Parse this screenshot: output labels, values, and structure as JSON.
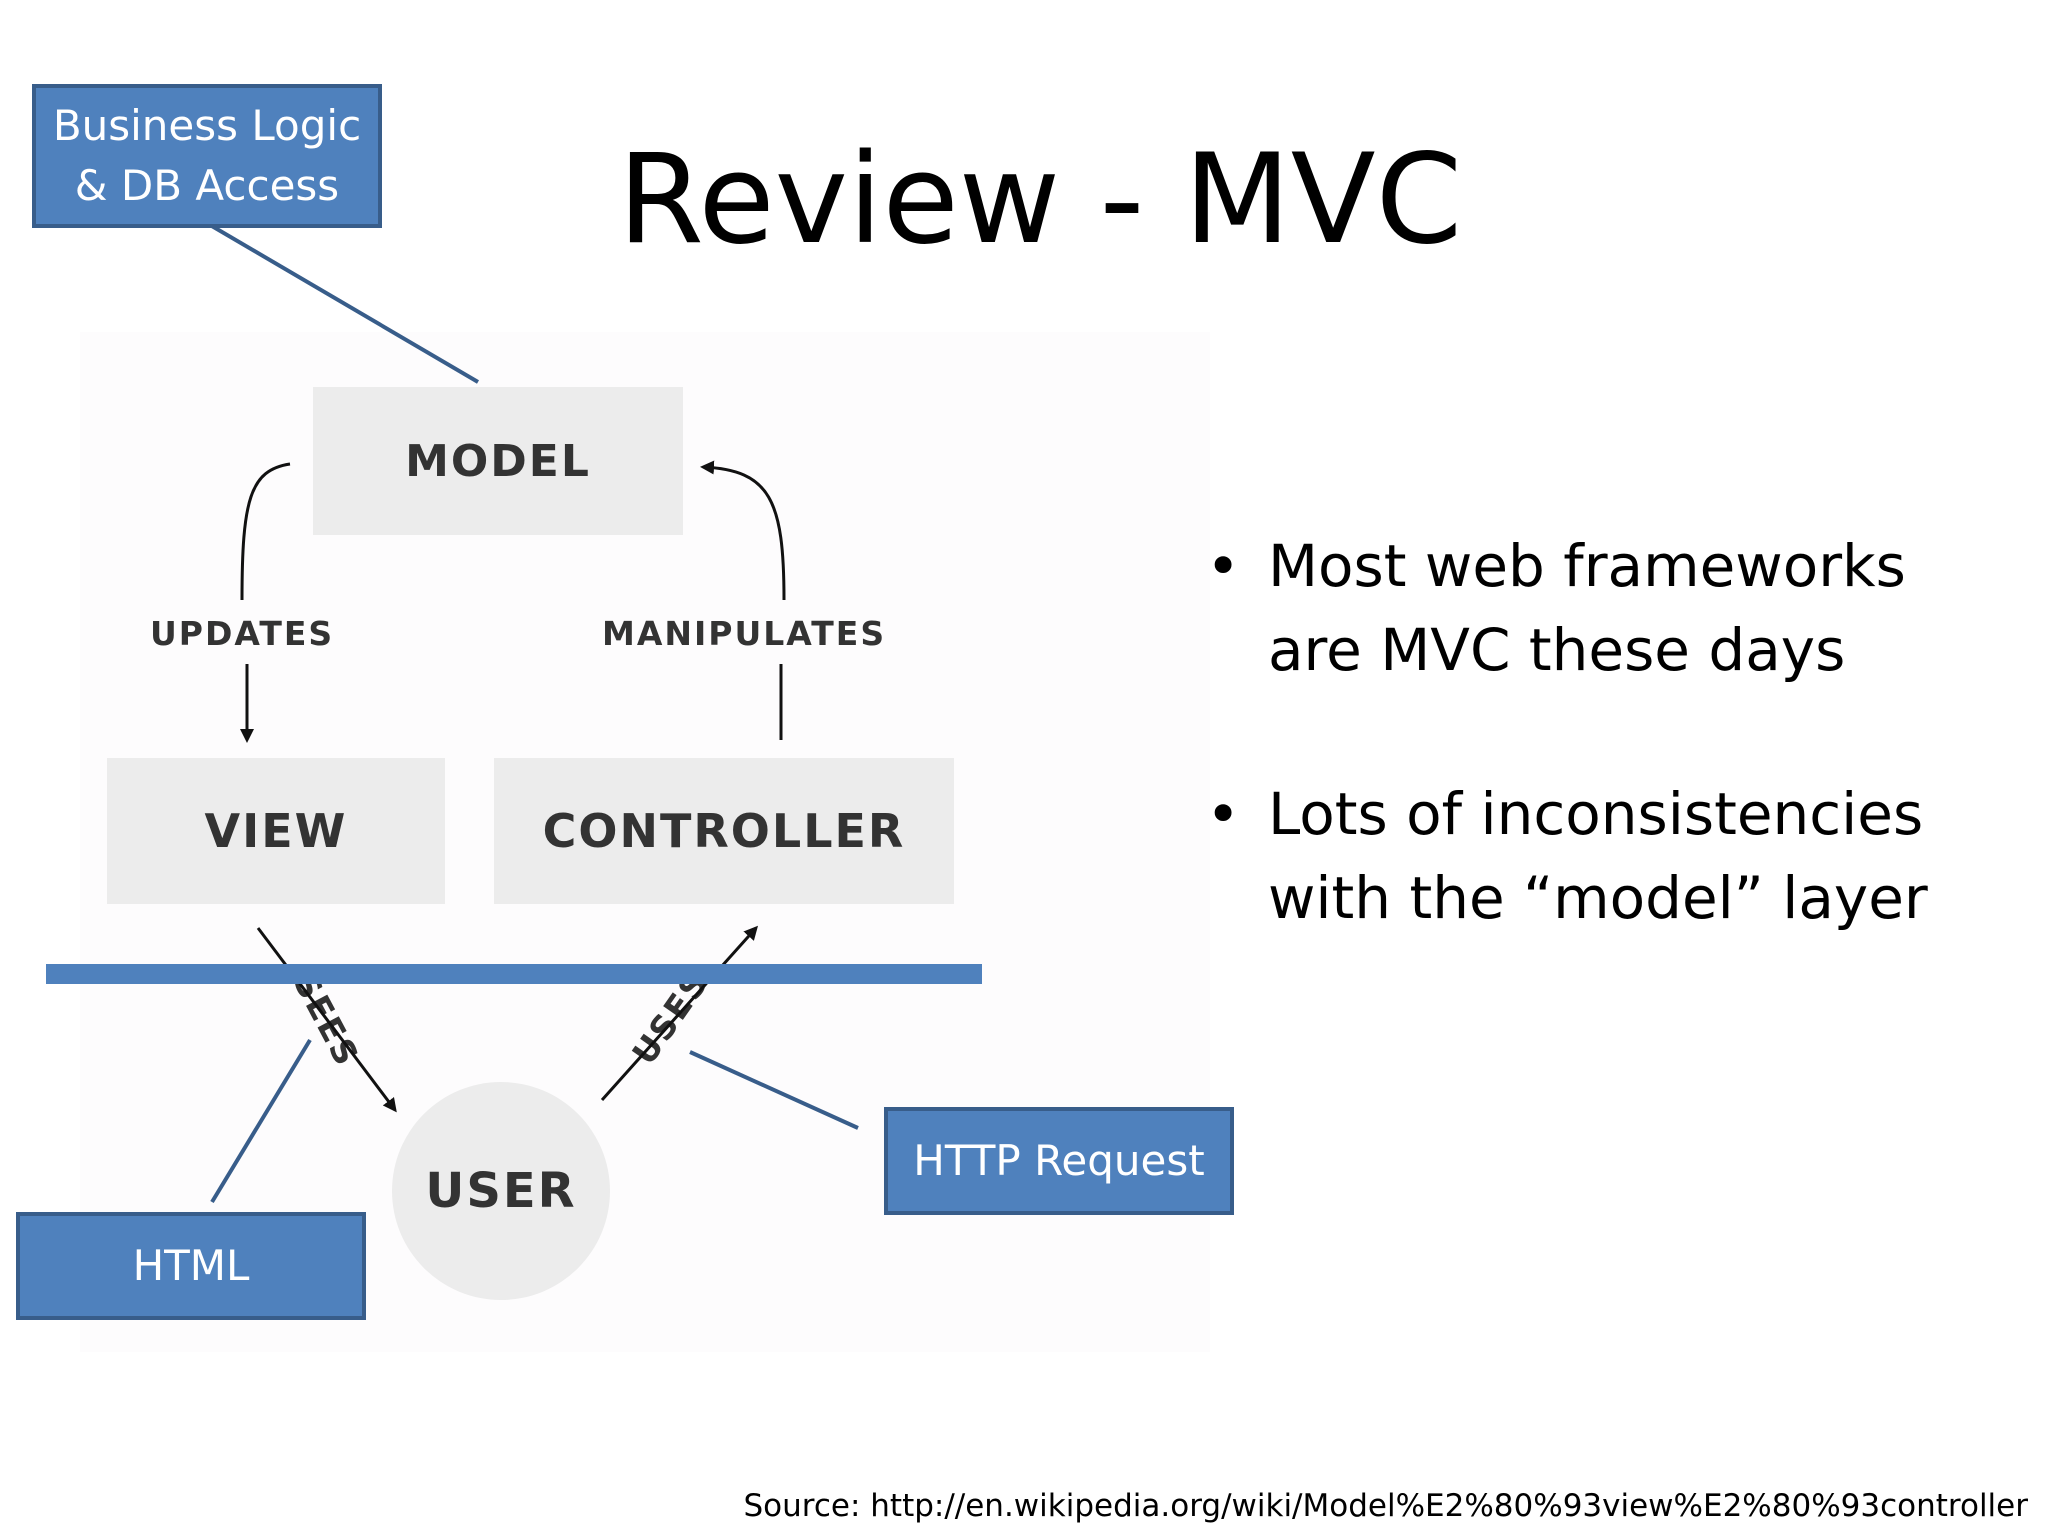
{
  "slide": {
    "title": "Review - MVC",
    "bullets": [
      "Most web frameworks are MVC these days",
      "Lots of inconsistencies with the “model” layer"
    ],
    "source": "Source: http://en.wikipedia.org/wiki/Model%E2%80%93view%E2%80%93controller"
  },
  "diagram": {
    "nodes": {
      "model": "MODEL",
      "view": "VIEW",
      "controller": "CONTROLLER",
      "user": "USER"
    },
    "edges": {
      "updates": "UPDATES",
      "manipulates": "MANIPULATES",
      "sees": "SEES",
      "uses": "USES"
    },
    "callouts": {
      "business_logic": "Business Logic & DB Access",
      "html": "HTML",
      "http_request": "HTTP Request"
    }
  },
  "colors": {
    "callout_fill": "#4f81bd",
    "callout_border": "#385d8a",
    "node_fill": "#ececec",
    "node_text": "#333333",
    "divider": "#4f81bd"
  }
}
